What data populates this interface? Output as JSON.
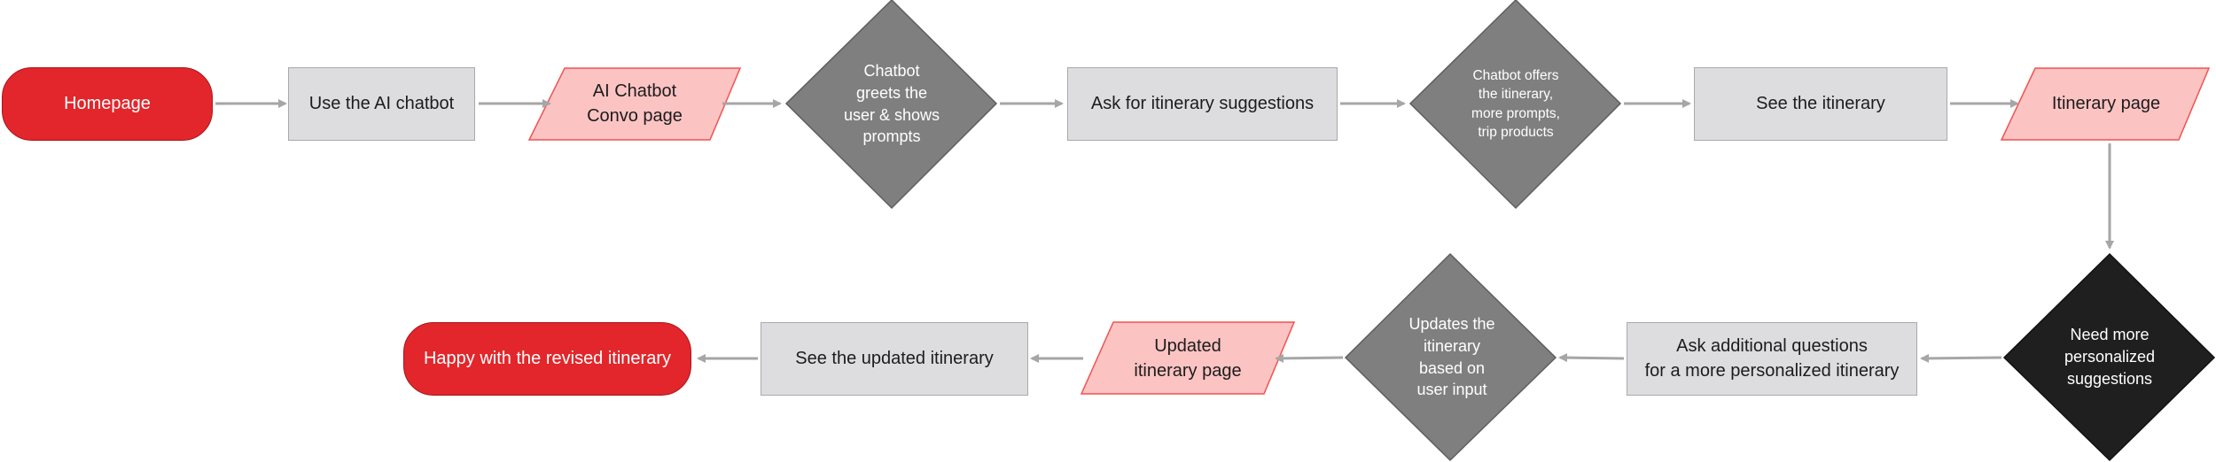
{
  "colors": {
    "terminal_fill": "#e3262b",
    "process_fill": "#dddddf",
    "io_fill": "#fcc3c3",
    "io_stroke": "#ef5350",
    "decision_fill": "#7f7f7f",
    "decision_dark_fill": "#1f1f1f",
    "connector": "#a6a6a6"
  },
  "nodes": {
    "homepage": "Homepage",
    "use_chatbot": "Use the AI chatbot",
    "convo_page": "AI Chatbot\nConvo page",
    "greets": "Chatbot\ngreets the\nuser & shows\nprompts",
    "ask_suggestions": "Ask for itinerary suggestions",
    "offers": "Chatbot offers\nthe itinerary,\nmore prompts,\ntrip products",
    "see_itinerary": "See the itinerary",
    "itinerary_page": "Itinerary page",
    "need_more": "Need more\npersonalized\nsuggestions",
    "ask_additional": "Ask additional questions\nfor a more personalized itinerary",
    "updates": "Updates the\nitinerary\nbased on\nuser input",
    "updated_page": "Updated\nitinerary page",
    "see_updated": "See the updated itinerary",
    "happy": "Happy with the revised itinerary"
  }
}
